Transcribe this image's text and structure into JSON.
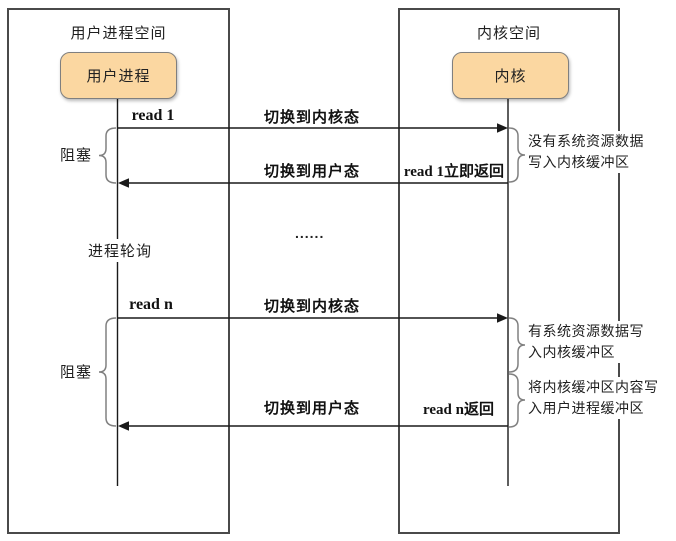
{
  "user_space": {
    "title": "用户进程空间",
    "actor_label": "用户进程"
  },
  "kernel_space": {
    "title": "内核空间",
    "actor_label": "内核"
  },
  "sequence": {
    "call1_name": "read 1",
    "call1_arrow_label": "切换到内核态",
    "return1_arrow_label": "切换到用户态",
    "return1_name": "read 1立即返回",
    "block1_label": "阻塞",
    "polling_label": "进程轮询",
    "ellipsis": "......",
    "calln_name": "read n",
    "calln_arrow_label": "切换到内核态",
    "returnn_arrow_label": "切换到用户态",
    "returnn_name": "read n返回",
    "block2_label": "阻塞"
  },
  "annotations": {
    "after_return1": "没有系统资源数据\n写入内核缓冲区",
    "before_returnn": "有系统资源数据写\n入内核缓冲区",
    "at_returnn": "将内核缓冲区内容写\n入用户进程缓冲区"
  }
}
